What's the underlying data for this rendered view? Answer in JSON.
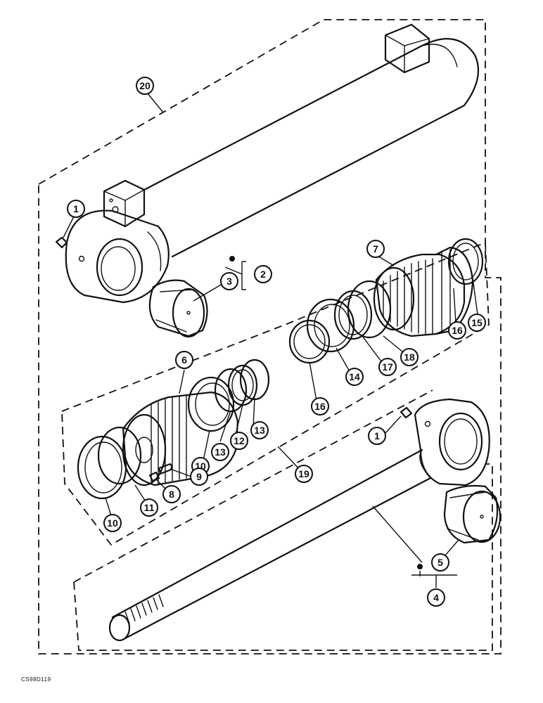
{
  "drawing_code": "CS98D119",
  "callouts": {
    "c20": "20",
    "c1a": "1",
    "c2": "2",
    "c3": "3",
    "c7": "7",
    "c16a": "16",
    "c15": "15",
    "c18": "18",
    "c17": "17",
    "c14": "14",
    "c16b": "16",
    "c6": "6",
    "c13a": "13",
    "c12": "12",
    "c13b": "13",
    "c10a": "10",
    "c9": "9",
    "c8": "8",
    "c11": "11",
    "c10b": "10",
    "c19": "19",
    "c1b": "1",
    "c5": "5",
    "c4": "4"
  }
}
